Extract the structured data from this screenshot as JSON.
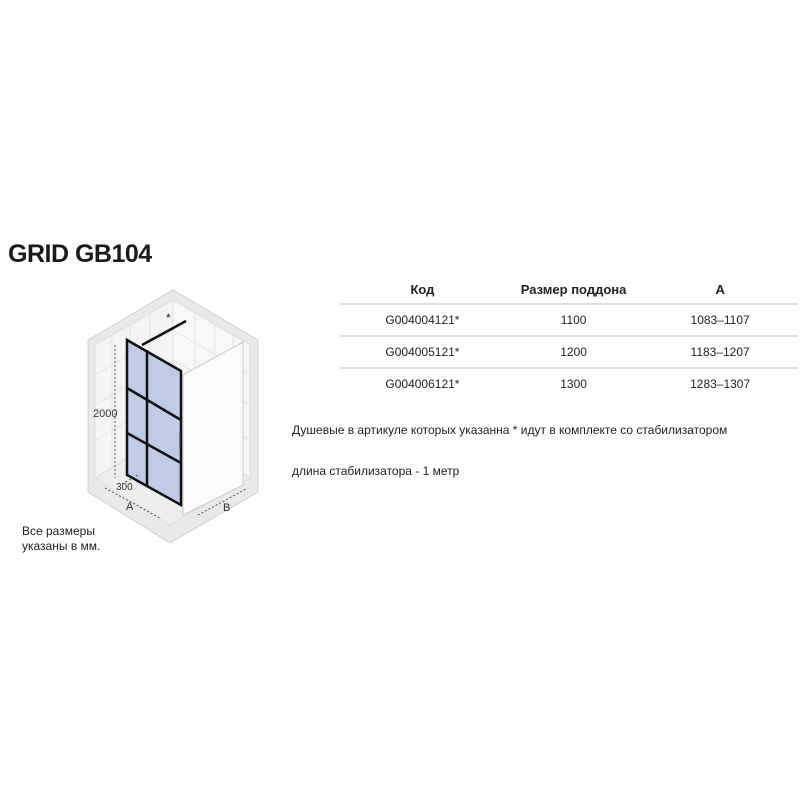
{
  "title": "GRID GB104",
  "illustration": {
    "height_label": "2000",
    "width_label": "300",
    "label_a": "A",
    "label_b": "B",
    "star": "*",
    "glass_color": "#b9c6e6",
    "frame_color": "#111111"
  },
  "dims_note": [
    "Все размеры",
    "указаны в мм."
  ],
  "table": {
    "headers": [
      "Код",
      "Размер поддона",
      "A"
    ],
    "rows": [
      [
        "G004004121*",
        "1100",
        "1083–1107"
      ],
      [
        "G004005121*",
        "1200",
        "1183–1207"
      ],
      [
        "G004006121*",
        "1300",
        "1283–1307"
      ]
    ]
  },
  "notes": [
    "Душевые в артикуле которых указанна * идут в комплекте со стабилизатором",
    "длина стабилизатора - 1 метр"
  ]
}
